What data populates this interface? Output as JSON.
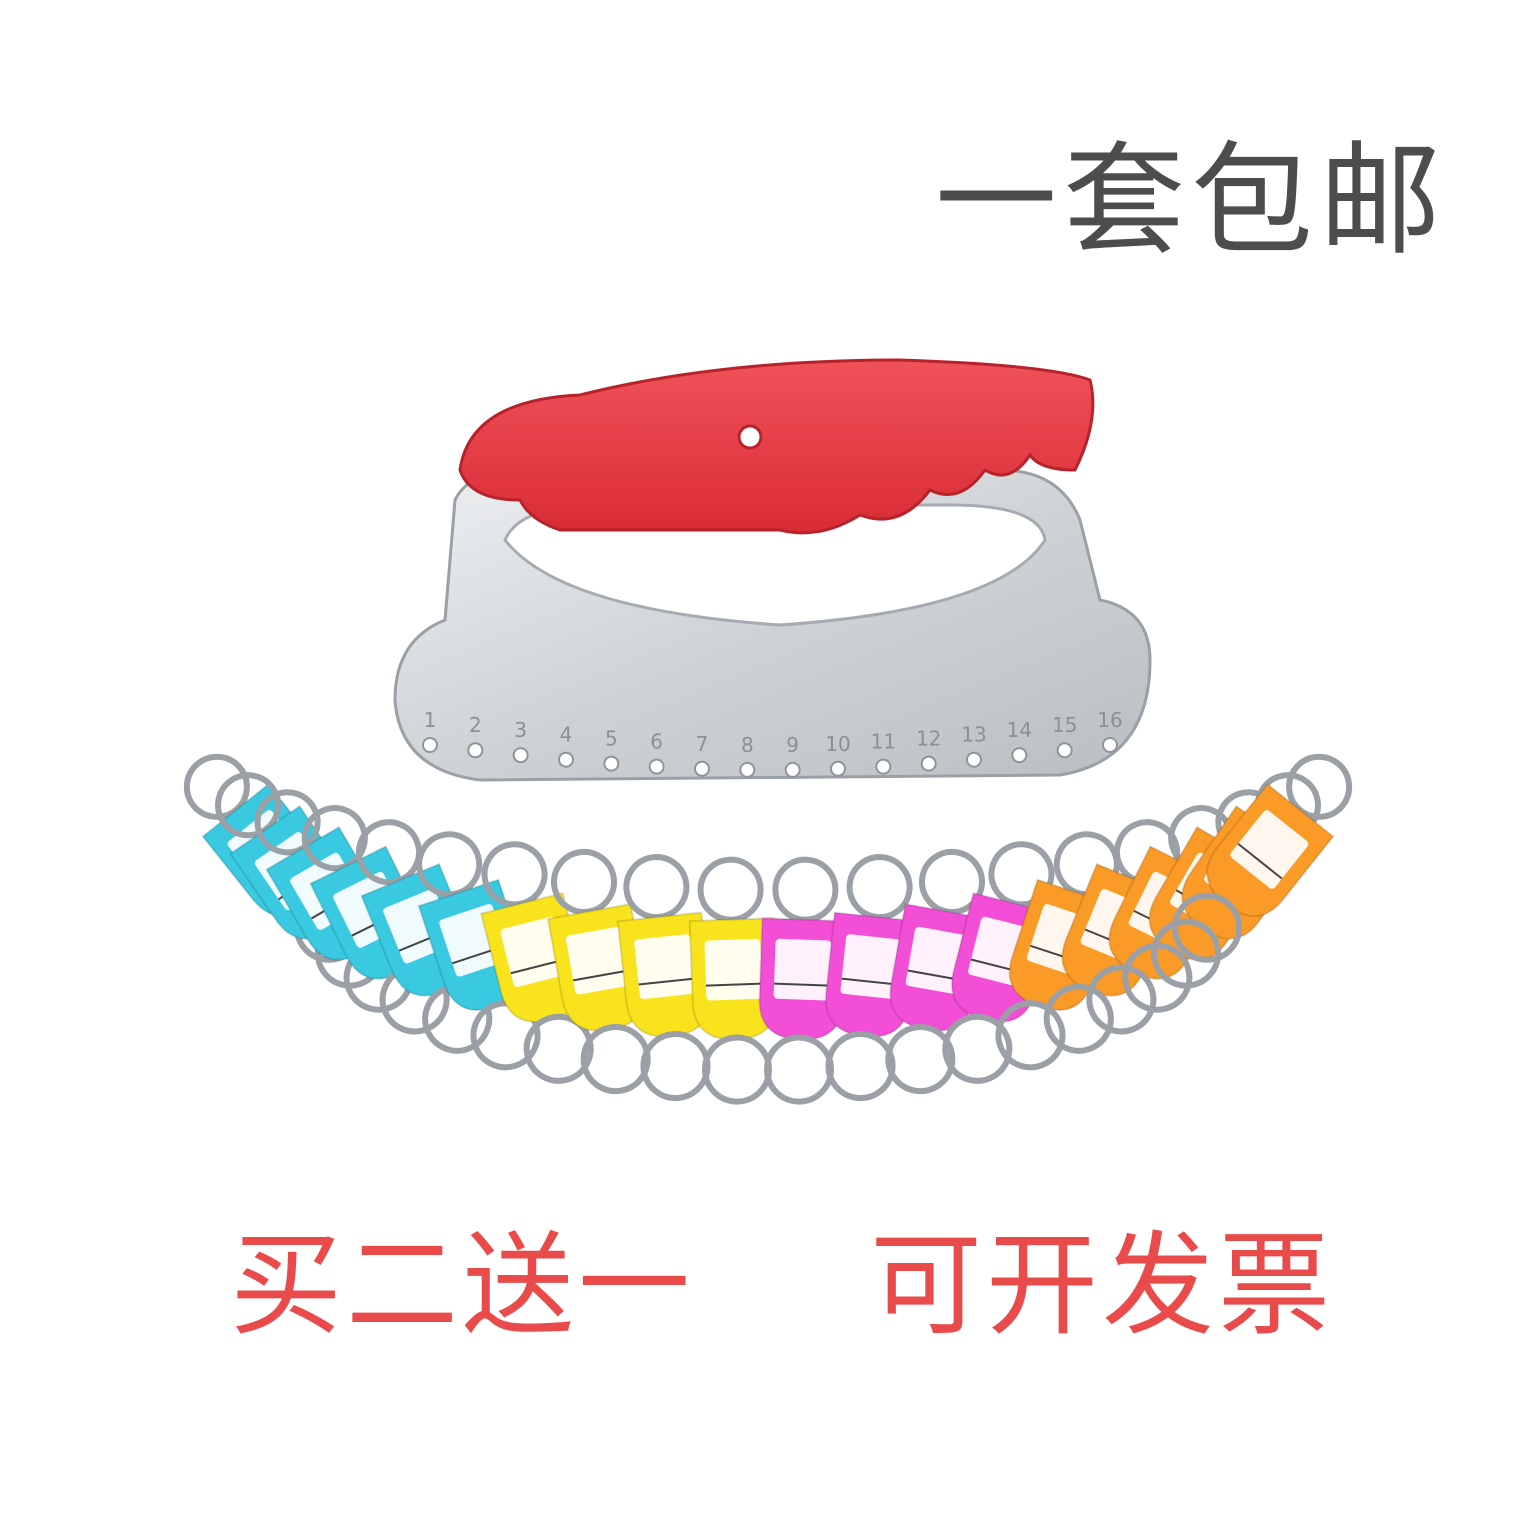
{
  "captions": {
    "top": "一套包邮",
    "bottom_left": "买二送一",
    "bottom_right": "可开发票"
  },
  "colors": {
    "background": "#ffffff",
    "top_caption": "#4d4d4d",
    "promo_caption": "#e94b4b",
    "handle": "#e8393f",
    "plate": "#d6dadd",
    "ring": "#9aa0a6"
  },
  "product": {
    "hook_numbers": [
      "1",
      "2",
      "3",
      "4",
      "5",
      "6",
      "7",
      "8",
      "9",
      "10",
      "11",
      "12",
      "13",
      "14",
      "15",
      "16"
    ],
    "tag_colors": [
      "#39c9e0",
      "#39c9e0",
      "#39c9e0",
      "#39c9e0",
      "#39c9e0",
      "#39c9e0",
      "#f9e31c",
      "#f9e31c",
      "#f9e31c",
      "#f9e31c",
      "#f24fd6",
      "#f24fd6",
      "#f24fd6",
      "#f24fd6",
      "#fb9b27",
      "#fb9b27",
      "#fb9b27",
      "#fb9b27",
      "#fb9b27",
      "#fb9b27"
    ]
  }
}
